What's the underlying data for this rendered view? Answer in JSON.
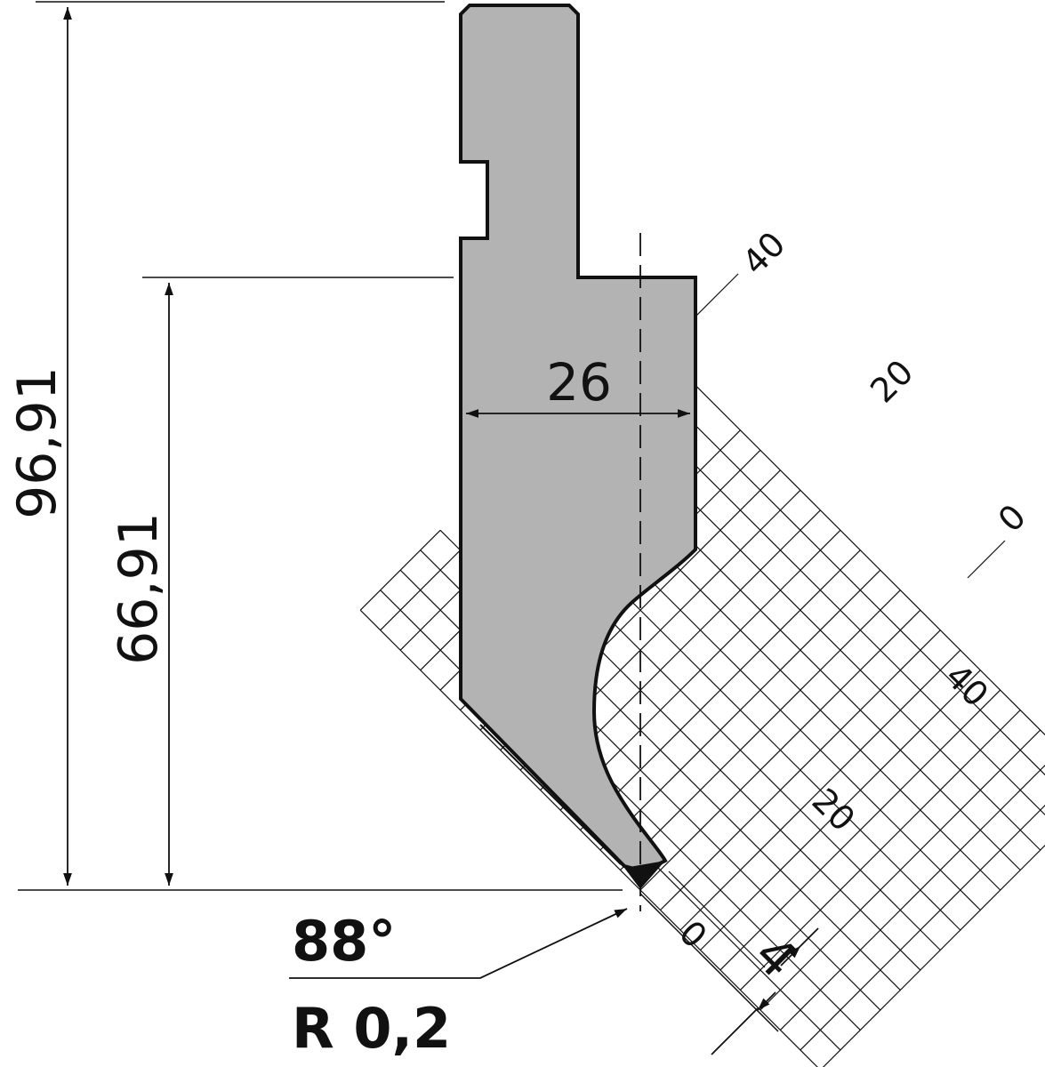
{
  "colors": {
    "tool_fill": "#b3b3b3",
    "line": "#111111",
    "background": "#ffffff"
  },
  "dimensions": {
    "total_height": "96,91",
    "working_height": "66,91",
    "width": "26",
    "offset": "4"
  },
  "tip": {
    "angle": "88°",
    "radius": "R 0,2"
  },
  "grid_scales": {
    "upper_right": [
      "40",
      "20",
      "0"
    ],
    "lower_right": [
      "40",
      "20",
      "0"
    ]
  }
}
